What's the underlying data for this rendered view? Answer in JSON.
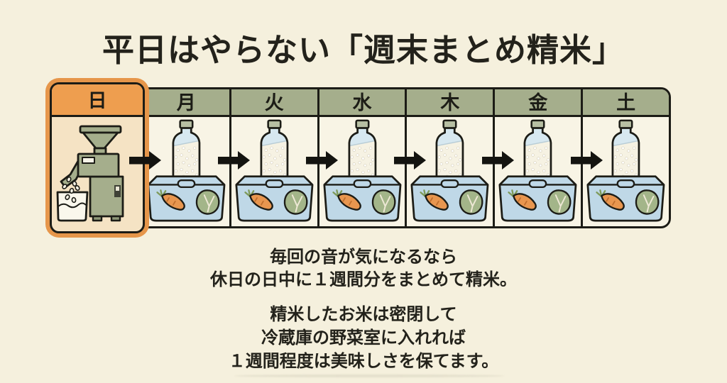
{
  "title": "平日はやらない「週末まとめ精米」",
  "calendar": {
    "days": [
      {
        "label": "日",
        "highlighted": true,
        "content": "rice-milling-machine"
      },
      {
        "label": "月",
        "highlighted": false,
        "content": "rice-bottle-in-vegetable-drawer"
      },
      {
        "label": "火",
        "highlighted": false,
        "content": "rice-bottle-in-vegetable-drawer"
      },
      {
        "label": "水",
        "highlighted": false,
        "content": "rice-bottle-in-vegetable-drawer"
      },
      {
        "label": "木",
        "highlighted": false,
        "content": "rice-bottle-in-vegetable-drawer"
      },
      {
        "label": "金",
        "highlighted": false,
        "content": "rice-bottle-in-vegetable-drawer"
      },
      {
        "label": "土",
        "highlighted": false,
        "content": "rice-bottle-in-vegetable-drawer"
      }
    ],
    "arrow_count": 6
  },
  "notes": {
    "block1": {
      "line1": "毎回の音が気になるなら",
      "line2": "休日の日中に１週間分をまとめて精米。"
    },
    "block2": {
      "line1": "精米したお米は密閉して",
      "line2": "冷蔵庫の野菜室に入れれば",
      "line3": "１週間程度は美味しさを保てます。"
    }
  },
  "colors": {
    "background": "#f5f0dd",
    "header_green": "#a5ae8c",
    "highlight_orange_ring": "#e6964a",
    "highlight_header": "#ee9e4f",
    "highlight_body": "#f5e3c4",
    "cell_body": "#f8f4e5",
    "outline": "#1c1c16",
    "drawer_blue": "#bfd8e7",
    "carrot_orange": "#e8964f",
    "leaf_green": "#a3b589",
    "arrow_black": "#141410"
  }
}
